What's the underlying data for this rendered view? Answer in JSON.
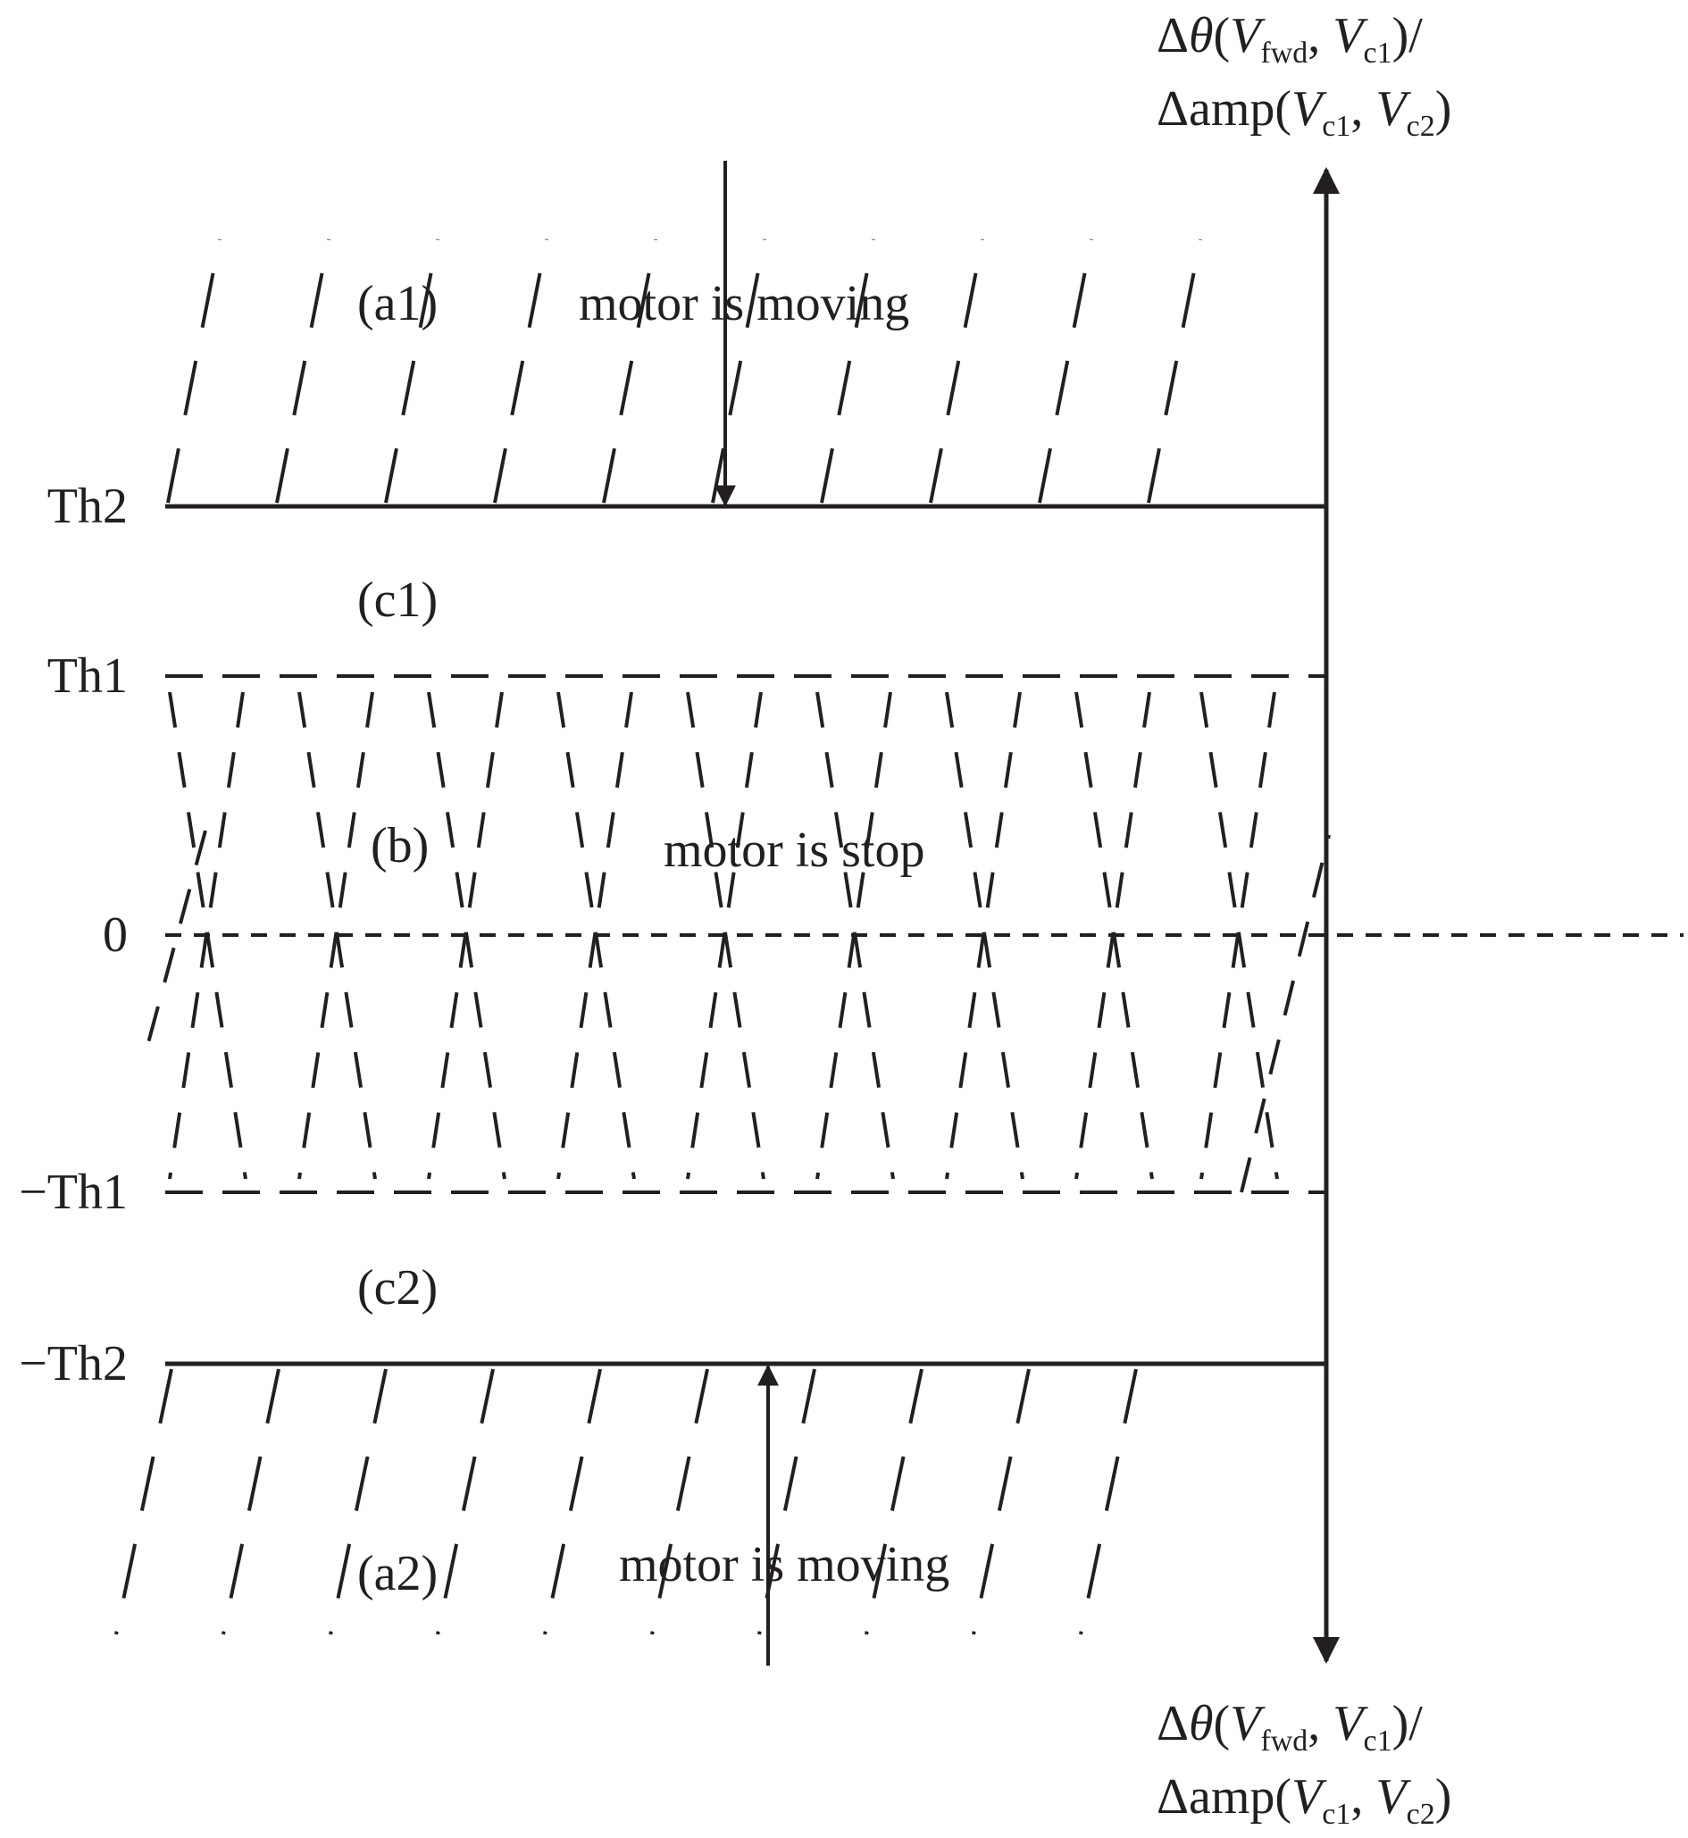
{
  "axis": {
    "label_top": {
      "delta": "Δ",
      "theta": "θ",
      "paren_open": "(",
      "V": "V",
      "fwd": "fwd",
      "comma": ", ",
      "V2": "V",
      "c1": "c1",
      "close_slash": ")/",
      "line2_amp": "Δamp(",
      "line2_V1": "V",
      "line2_c1": "c1",
      "line2_comma": ", ",
      "line2_V2": "V",
      "line2_c2": "c2",
      "line2_close": ")"
    },
    "label_bottom": {
      "delta": "Δ",
      "theta": "θ",
      "paren_open": "(",
      "V": "V",
      "fwd": "fwd",
      "comma": ", ",
      "V2": "V",
      "c1": "c1",
      "close_slash": ")/",
      "line2_amp": "Δamp(",
      "line2_V1": "V",
      "line2_c1": "c1",
      "line2_comma": ", ",
      "line2_V2": "V",
      "line2_c2": "c2",
      "line2_close": ")"
    }
  },
  "thresholds": {
    "th2": "Th2",
    "th1": "Th1",
    "zero": "0",
    "neg_th1": "−Th1",
    "neg_th2": "−Th2"
  },
  "regions": {
    "a1": "(a1)",
    "c1": "(c1)",
    "b": "(b)",
    "c2": "(c2)",
    "a2": "(a2)"
  },
  "annotations": {
    "moving_top": "motor is moving",
    "stop": "motor is stop",
    "moving_bottom": "motor is moving"
  },
  "colors": {
    "ink": "#231f20",
    "background": "#ffffff"
  }
}
